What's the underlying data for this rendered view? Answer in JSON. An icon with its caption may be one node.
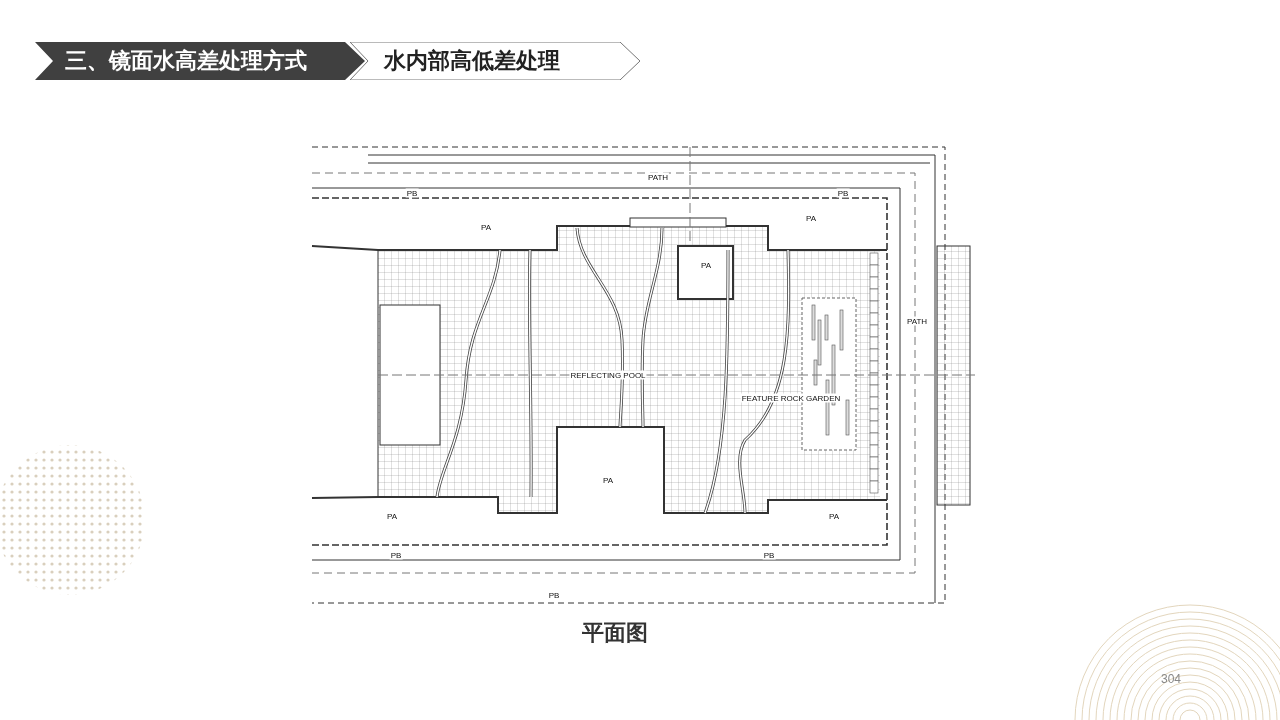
{
  "diagram": {
    "caption": "平面图",
    "nodes": [
      {
        "text": [
          "三、镜面水高差处理方式"
        ]
      },
      {
        "text": [
          "水内部高低差处理"
        ]
      }
    ],
    "edges": [],
    "labels": [
      "PATH",
      "PB",
      "PB",
      "PA",
      "PA",
      "PA",
      "PATH",
      "REFLECTING POOL",
      "FEATURE ROCK GARDEN",
      "PA",
      "PA",
      "PA",
      "PB",
      "PB",
      "PB",
      "304"
    ]
  }
}
